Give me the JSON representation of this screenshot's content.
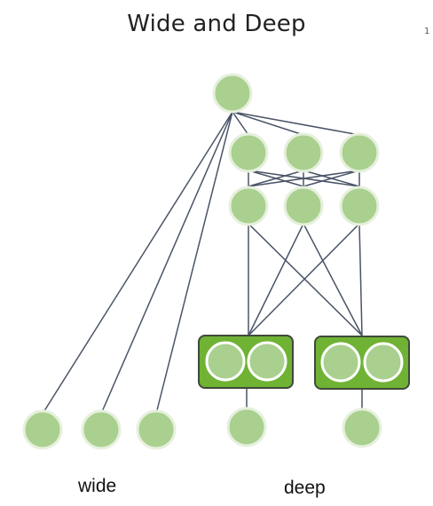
{
  "diagram": {
    "title": "Wide and Deep",
    "corner_mark": "1",
    "labels": {
      "wide": "wide",
      "deep": "deep"
    },
    "colors": {
      "node_fill": "#a9d08e",
      "embedding_box_fill": "#6fb234",
      "edge_color": "#4a5467"
    },
    "structure": {
      "output_layer_nodes": 1,
      "hidden_layer_1_nodes": 3,
      "hidden_layer_2_nodes": 3,
      "embedding_groups": 2,
      "embedding_nodes_per_group": 2,
      "deep_input_nodes": 2,
      "wide_input_nodes": 3
    }
  }
}
